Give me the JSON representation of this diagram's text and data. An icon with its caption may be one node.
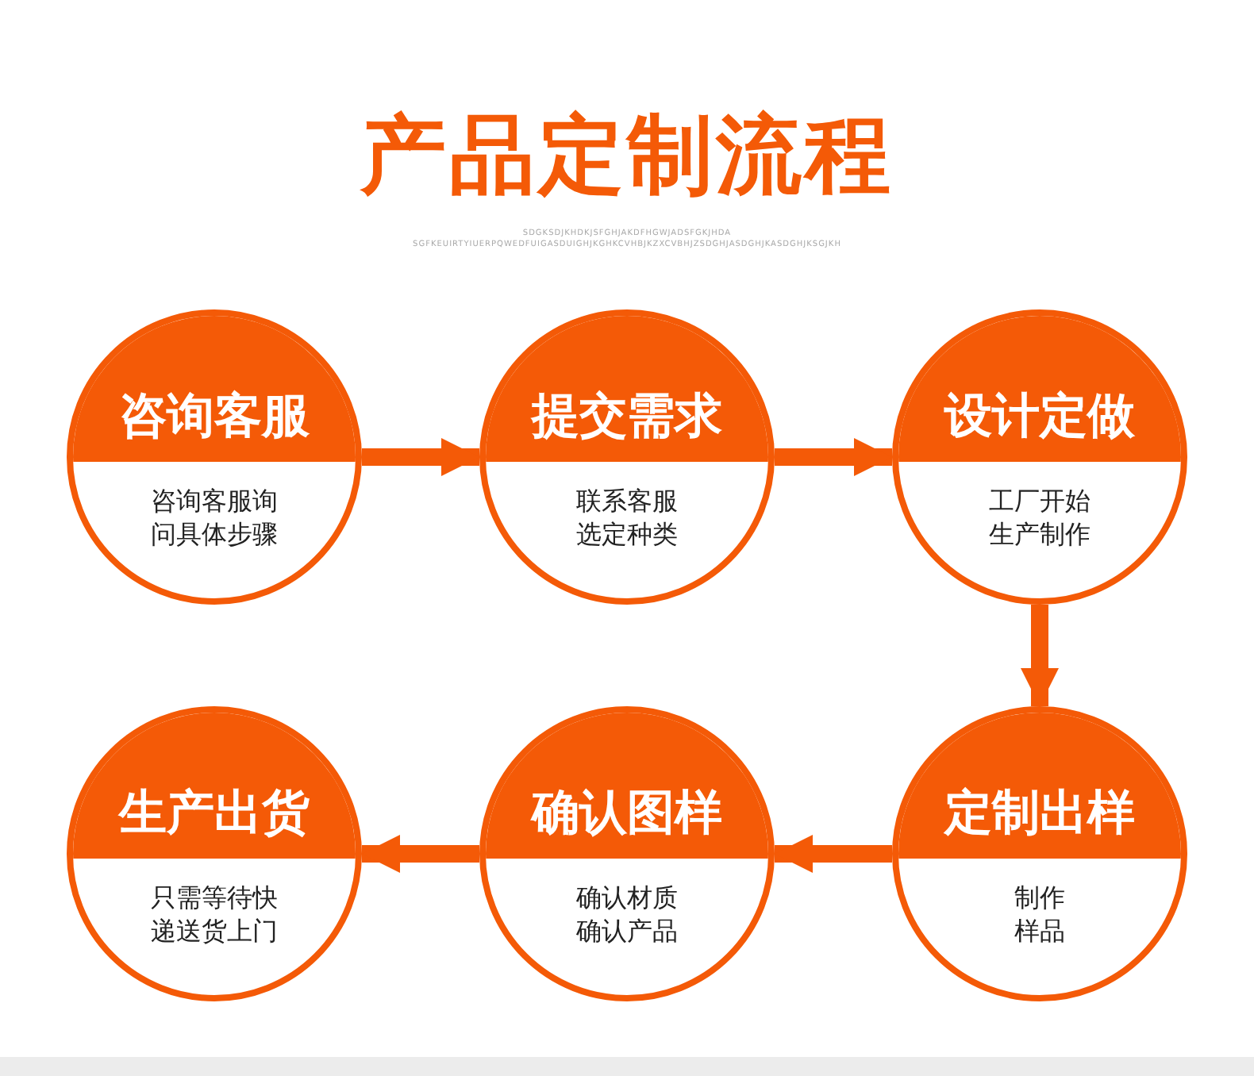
{
  "diagram": {
    "title": "产品定制流程",
    "nodes": [
      {
        "text": [
          "咨询客服",
          "咨询客服询问具体步骤"
        ]
      },
      {
        "text": [
          "提交需求",
          "联系客服选定种类"
        ]
      },
      {
        "text": [
          "设计定做",
          "工厂开始生产制作"
        ]
      },
      {
        "text": [
          "生产出货",
          "只需等待快递送货上门"
        ]
      },
      {
        "text": [
          "确认图样",
          "确认材质确认产品"
        ]
      },
      {
        "text": [
          "定制出样",
          "制作样品"
        ]
      }
    ],
    "edges": [
      {
        "from": 0,
        "to": 1,
        "arrow": "to"
      },
      {
        "from": 1,
        "to": 2,
        "arrow": "to"
      },
      {
        "from": 2,
        "to": 5,
        "arrow": "to"
      },
      {
        "from": 5,
        "to": 4,
        "arrow": "to"
      },
      {
        "from": 4,
        "to": 3,
        "arrow": "to"
      }
    ],
    "labels": [
      "SDGKSDJKHDKJSFGHJAKDFHGWJADSFGKJHDA",
      "SGFKEUIRTYIUERPQWEDFUIGASDUIGHJKGHKCVHBJKZXCVBHJZSDGHJASDGHJKASDGHJKSGJKH"
    ]
  }
}
